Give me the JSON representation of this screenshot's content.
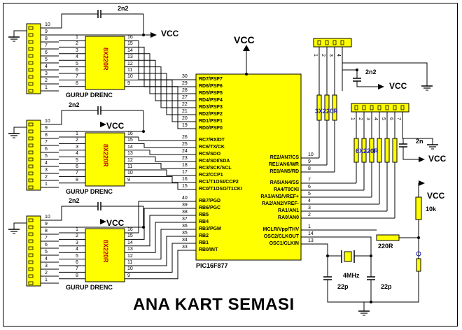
{
  "title": "ANA KART SEMASI",
  "mcu": {
    "part": "PIC16F877",
    "left_pins": [
      {
        "num": "30",
        "name": "RD7/PSP7"
      },
      {
        "num": "29",
        "name": "RD6/PSP6"
      },
      {
        "num": "28",
        "name": "RD5/PSP5"
      },
      {
        "num": "27",
        "name": "RD4/PSP4"
      },
      {
        "num": "22",
        "name": "RD3/PSP3"
      },
      {
        "num": "21",
        "name": "RD2/PSP2"
      },
      {
        "num": "20",
        "name": "RD1/PSP1"
      },
      {
        "num": "19",
        "name": "RD0/PSP0"
      },
      {
        "num": "26",
        "name": "RC7/RX/DT"
      },
      {
        "num": "25",
        "name": "RC6/TX/CK"
      },
      {
        "num": "24",
        "name": "RC5/SDO"
      },
      {
        "num": "23",
        "name": "RC4/SDI/SDA"
      },
      {
        "num": "18",
        "name": "RC3/SCK/SCL"
      },
      {
        "num": "17",
        "name": "RC2/CCP1"
      },
      {
        "num": "16",
        "name": "RC1/T1OSI/CCP2"
      },
      {
        "num": "15",
        "name": "RC0/T1OSO/T1CKI"
      },
      {
        "num": "40",
        "name": "RB7/PGD"
      },
      {
        "num": "39",
        "name": "RB6/PGC"
      },
      {
        "num": "38",
        "name": "RB5"
      },
      {
        "num": "37",
        "name": "RB4"
      },
      {
        "num": "36",
        "name": "RB3/PGM"
      },
      {
        "num": "35",
        "name": "RB2"
      },
      {
        "num": "34",
        "name": "RB1"
      },
      {
        "num": "33",
        "name": "RB0/INT"
      }
    ],
    "right_pins": [
      {
        "num": "10",
        "name": "RE2/AN7/CS"
      },
      {
        "num": "9",
        "name": "RE1/AN6/WR"
      },
      {
        "num": "8",
        "name": "RE0/AN5/RD"
      },
      {
        "num": "7",
        "name": "RA5/AN4/SS"
      },
      {
        "num": "6",
        "name": "RA4/T0CKI"
      },
      {
        "num": "5",
        "name": "RA3/AN3/VREF+"
      },
      {
        "num": "4",
        "name": "RA2/AN2/VREF-"
      },
      {
        "num": "3",
        "name": "RA1/AN1"
      },
      {
        "num": "2",
        "name": "RA0/AN0"
      },
      {
        "num": "1",
        "name": "MCLR/Vpp/THV"
      },
      {
        "num": "14",
        "name": "OSC2/CLKOUT"
      },
      {
        "num": "13",
        "name": "OSC1/CLKIN"
      }
    ]
  },
  "connector_pins": [
    "10",
    "9",
    "8",
    "7",
    "6",
    "5",
    "4",
    "3",
    "2",
    "1"
  ],
  "array_pins_left": [
    "1",
    "2",
    "3",
    "4",
    "5",
    "6",
    "7",
    "8"
  ],
  "array_pins_right": [
    "16",
    "15",
    "14",
    "13",
    "12",
    "11",
    "10",
    "9"
  ],
  "groups": [
    {
      "cap": "2n2",
      "vcc": "VCC",
      "array": "8X220R",
      "label": "GURUP DRENC"
    },
    {
      "cap": "2n2",
      "vcc": "VCC",
      "array": "8X220R",
      "label": "GURUP DRENC"
    },
    {
      "cap": "2n2",
      "vcc": "VCC",
      "array": "8X220R",
      "label": "GURUP DRENC"
    }
  ],
  "vcc_main": "VCC",
  "res3": {
    "label": "3X220R",
    "pins": [
      "1",
      "2",
      "3",
      "4"
    ],
    "cap": "2n2",
    "vcc": "VCC"
  },
  "res6": {
    "label": "6X220R",
    "pins": [
      "1",
      "2",
      "3",
      "4",
      "5",
      "6",
      "7"
    ],
    "cap": "2n",
    "vcc": "VCC"
  },
  "reset": {
    "vcc": "VCC",
    "pullup": "10k",
    "series": "220R"
  },
  "crystal": {
    "freq": "4MHz",
    "cap1": "22p",
    "cap2": "22p"
  }
}
